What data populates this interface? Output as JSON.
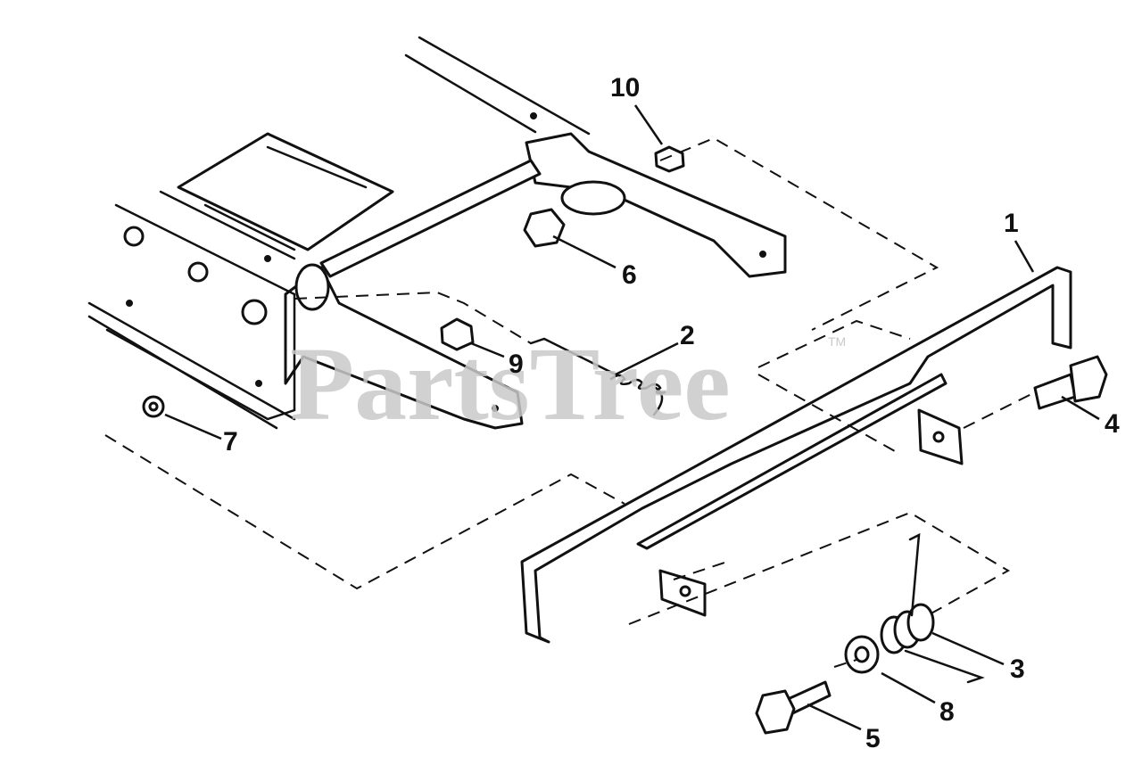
{
  "diagram": {
    "watermark": "PartsTree",
    "watermark_tm": "TM",
    "callouts": [
      {
        "id": "callout-1",
        "number": "1"
      },
      {
        "id": "callout-2",
        "number": "2"
      },
      {
        "id": "callout-3",
        "number": "3"
      },
      {
        "id": "callout-4",
        "number": "4"
      },
      {
        "id": "callout-5",
        "number": "5"
      },
      {
        "id": "callout-6",
        "number": "6"
      },
      {
        "id": "callout-7",
        "number": "7"
      },
      {
        "id": "callout-8",
        "number": "8"
      },
      {
        "id": "callout-9",
        "number": "9"
      },
      {
        "id": "callout-10",
        "number": "10"
      }
    ],
    "line_color": "#111111",
    "watermark_color": "#c9c9c9"
  }
}
